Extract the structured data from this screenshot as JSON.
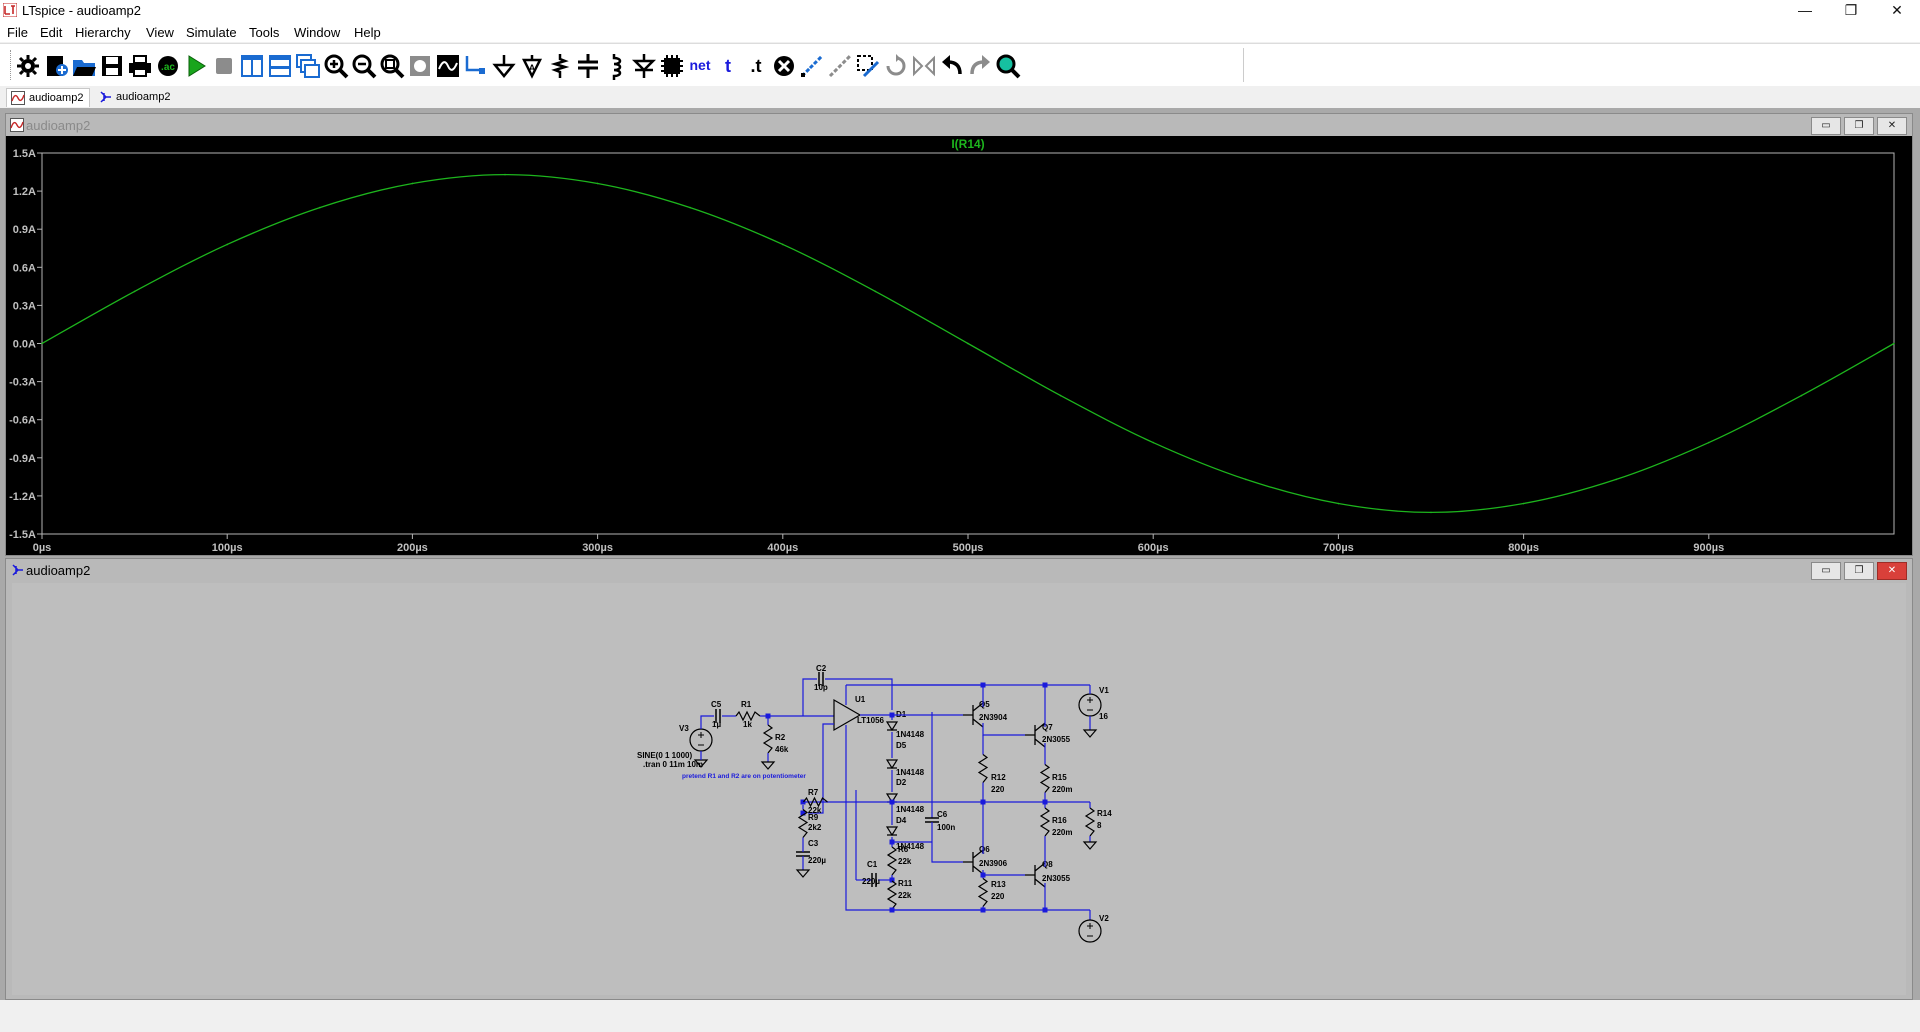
{
  "window": {
    "title": "LTspice - audioamp2",
    "minimize": "—",
    "maximize": "❐",
    "close": "✕"
  },
  "menu": [
    "File",
    "Edit",
    "Hierarchy",
    "View",
    "Simulate",
    "Tools",
    "Window",
    "Help"
  ],
  "toolbar": [
    {
      "name": "control-panel-icon"
    },
    {
      "name": "new-schematic-icon"
    },
    {
      "name": "open-icon"
    },
    {
      "name": "save-icon"
    },
    {
      "name": "print-icon"
    },
    {
      "name": "edit-sim-cmd-icon"
    },
    {
      "name": "run-icon"
    },
    {
      "name": "halt-icon"
    },
    {
      "name": "tile-vertical-icon"
    },
    {
      "name": "tile-horizontal-icon"
    },
    {
      "name": "cascade-icon"
    },
    {
      "name": "zoom-in-icon"
    },
    {
      "name": "zoom-out-icon"
    },
    {
      "name": "zoom-fit-icon"
    },
    {
      "name": "zoom-back-icon"
    },
    {
      "name": "autorange-icon"
    },
    {
      "name": "wire-icon"
    },
    {
      "name": "ground-icon"
    },
    {
      "name": "label-net-icon"
    },
    {
      "name": "resistor-icon"
    },
    {
      "name": "capacitor-icon"
    },
    {
      "name": "inductor-icon"
    },
    {
      "name": "diode-icon"
    },
    {
      "name": "component-icon"
    },
    {
      "name": "net-text-icon",
      "text": "net"
    },
    {
      "name": "text-icon",
      "text": "t"
    },
    {
      "name": "spice-directive-icon",
      "text": ".t"
    },
    {
      "name": "delete-icon"
    },
    {
      "name": "duplicate-icon"
    },
    {
      "name": "move-icon"
    },
    {
      "name": "drag-icon"
    },
    {
      "name": "rotate-icon"
    },
    {
      "name": "mirror-icon"
    },
    {
      "name": "undo-icon"
    },
    {
      "name": "redo-icon"
    },
    {
      "name": "find-icon"
    }
  ],
  "tabs": [
    {
      "label": "audioamp2",
      "icon": "waveform-icon"
    },
    {
      "label": "audioamp2",
      "icon": "schematic-icon"
    }
  ],
  "plot_window": {
    "title": "audioamp2"
  },
  "schematic_window": {
    "title": "audioamp2"
  },
  "chart_data": {
    "type": "line",
    "title": "I(R14)",
    "xlabel": "",
    "ylabel": "",
    "xlim": [
      0,
      1000
    ],
    "ylim": [
      -1.5,
      1.5
    ],
    "x_ticks": [
      "0µs",
      "100µs",
      "200µs",
      "300µs",
      "400µs",
      "500µs",
      "600µs",
      "700µs",
      "800µs",
      "900µs"
    ],
    "y_ticks": [
      "1.5A",
      "1.2A",
      "0.9A",
      "0.6A",
      "0.3A",
      "0.0A",
      "-0.3A",
      "-0.6A",
      "-0.9A",
      "-1.2A",
      "-1.5A"
    ],
    "grid": false,
    "background": "#000000",
    "series": [
      {
        "name": "I(R14)",
        "color": "#1db51d",
        "x": [
          0,
          50,
          100,
          150,
          200,
          250,
          300,
          350,
          400,
          450,
          500,
          550,
          600,
          650,
          700,
          750,
          800,
          850,
          900,
          950,
          1000
        ],
        "y": [
          0,
          0.41,
          0.78,
          1.07,
          1.26,
          1.33,
          1.26,
          1.07,
          0.78,
          0.41,
          0,
          -0.41,
          -0.78,
          -1.07,
          -1.26,
          -1.33,
          -1.26,
          -1.07,
          -0.78,
          -0.41,
          0
        ]
      }
    ]
  },
  "schematic": {
    "wire_color": "#1a1adc",
    "text_color": "#1a1adc",
    "components": {
      "C2": {
        "ref": "C2",
        "val": "10p"
      },
      "C5": {
        "ref": "C5",
        "val": "1µ"
      },
      "R1": {
        "ref": "R1",
        "val": "1k"
      },
      "R2": {
        "ref": "R2",
        "val": "46k"
      },
      "V3": {
        "ref": "V3",
        "val": "SINE(0 1 1000)"
      },
      "tran": {
        "val": ".tran 0 11m 10m"
      },
      "note": {
        "val": "pretend R1 and R2 are on potentiometer"
      },
      "U1": {
        "ref": "U1",
        "val": "LT1056"
      },
      "D1": {
        "ref": "D1",
        "val": "1N4148"
      },
      "D5": {
        "ref": "D5",
        "val": "1N4148"
      },
      "D2": {
        "ref": "D2",
        "val": "1N4148"
      },
      "D4": {
        "ref": "D4",
        "val": "1N4148"
      },
      "R7": {
        "ref": "R7",
        "val": "22k"
      },
      "R9": {
        "ref": "R9",
        "val": "2k2"
      },
      "C3": {
        "ref": "C3",
        "val": "220µ"
      },
      "C6": {
        "ref": "C6",
        "val": "100n"
      },
      "R6": {
        "ref": "R6",
        "val": "22k"
      },
      "C1": {
        "ref": "C1",
        "val": "220µ"
      },
      "R11": {
        "ref": "R11",
        "val": "22k"
      },
      "Q5": {
        "ref": "Q5",
        "val": "2N3904"
      },
      "Q7": {
        "ref": "Q7",
        "val": "2N3055"
      },
      "V1": {
        "ref": "V1",
        "val": "16"
      },
      "R12": {
        "ref": "R12",
        "val": "220"
      },
      "R15": {
        "ref": "R15",
        "val": "220m"
      },
      "R16": {
        "ref": "R16",
        "val": "220m"
      },
      "R14": {
        "ref": "R14",
        "val": "8"
      },
      "Q6": {
        "ref": "Q6",
        "val": "2N3906"
      },
      "Q8": {
        "ref": "Q8",
        "val": "2N3055"
      },
      "R13": {
        "ref": "R13",
        "val": "220"
      },
      "V2": {
        "ref": "V2",
        "val": ""
      }
    }
  }
}
